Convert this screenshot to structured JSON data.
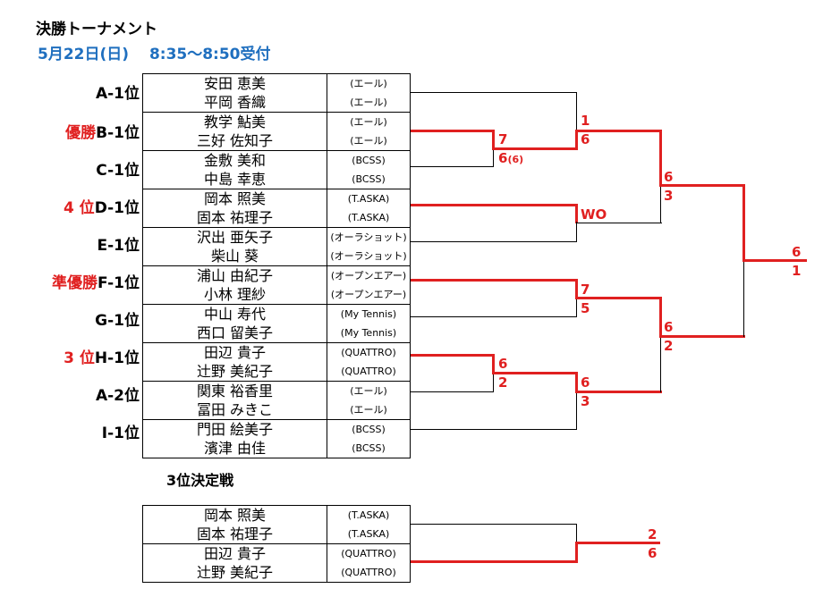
{
  "title": "決勝トーナメント",
  "subtitle": "5月22日(日)　 8:35〜8:50受付",
  "seeds": [
    {
      "result": "",
      "label": "A-1位"
    },
    {
      "result": "優勝",
      "label": "B-1位"
    },
    {
      "result": "",
      "label": "C-1位"
    },
    {
      "result": "4 位",
      "label": "D-1位"
    },
    {
      "result": "",
      "label": "E-1位"
    },
    {
      "result": "準優勝",
      "label": "F-1位"
    },
    {
      "result": "",
      "label": "G-1位"
    },
    {
      "result": "3 位",
      "label": "H-1位"
    },
    {
      "result": "",
      "label": "A-2位"
    },
    {
      "result": "",
      "label": "I-1位"
    }
  ],
  "teams": [
    {
      "players": [
        "安田 恵美",
        "平岡 香織"
      ],
      "clubs": [
        "(エール)",
        "(エール)"
      ]
    },
    {
      "players": [
        "教学 鮎美",
        "三好 佐知子"
      ],
      "clubs": [
        "(エール)",
        "(エール)"
      ]
    },
    {
      "players": [
        "金敷 美和",
        "中島 幸恵"
      ],
      "clubs": [
        "(BCSS)",
        "(BCSS)"
      ]
    },
    {
      "players": [
        "岡本 照美",
        "固本 祐理子"
      ],
      "clubs": [
        "(T.ASKA)",
        "(T.ASKA)"
      ]
    },
    {
      "players": [
        "沢出 亜矢子",
        "柴山 葵"
      ],
      "clubs": [
        "(オーラショット)",
        "(オーラショット)"
      ]
    },
    {
      "players": [
        "浦山 由紀子",
        "小林 理紗"
      ],
      "clubs": [
        "(オープンエアー)",
        "(オープンエアー)"
      ]
    },
    {
      "players": [
        "中山 寿代",
        "西口 留美子"
      ],
      "clubs": [
        "(My Tennis)",
        "(My Tennis)"
      ]
    },
    {
      "players": [
        "田辺 貴子",
        "辻野 美紀子"
      ],
      "clubs": [
        "(QUATTRO)",
        "(QUATTRO)"
      ]
    },
    {
      "players": [
        "関東 裕香里",
        "冨田 みきこ"
      ],
      "clubs": [
        "(エール)",
        "(エール)"
      ]
    },
    {
      "players": [
        "門田 絵美子",
        "濱津 由佳"
      ],
      "clubs": [
        "(BCSS)",
        "(BCSS)"
      ]
    }
  ],
  "scores": {
    "bc_top": "7",
    "bc_bottom": "6",
    "bc_bottom_tb": "(6)",
    "hi_top": "6",
    "hi_bottom": "2",
    "ab_top": "1",
    "ab_bottom": "6",
    "de": "WO",
    "fg_top": "7",
    "fg_bottom": "5",
    "hj_top": "6",
    "hj_bottom": "3",
    "sf1_top": "6",
    "sf1_bottom": "3",
    "sf2_top": "6",
    "sf2_bottom": "2",
    "final_top": "6",
    "final_bottom": "1"
  },
  "third_place": {
    "title": "3位決定戦",
    "teams": [
      {
        "players": [
          "岡本 照美",
          "固本 祐理子"
        ],
        "clubs": [
          "(T.ASKA)",
          "(T.ASKA)"
        ]
      },
      {
        "players": [
          "田辺 貴子",
          "辻野 美紀子"
        ],
        "clubs": [
          "(QUATTRO)",
          "(QUATTRO)"
        ]
      }
    ],
    "score_top": "2",
    "score_bottom": "6"
  },
  "colors": {
    "winner": "#e02020",
    "heading": "#1f6fbf",
    "line": "#000000"
  }
}
